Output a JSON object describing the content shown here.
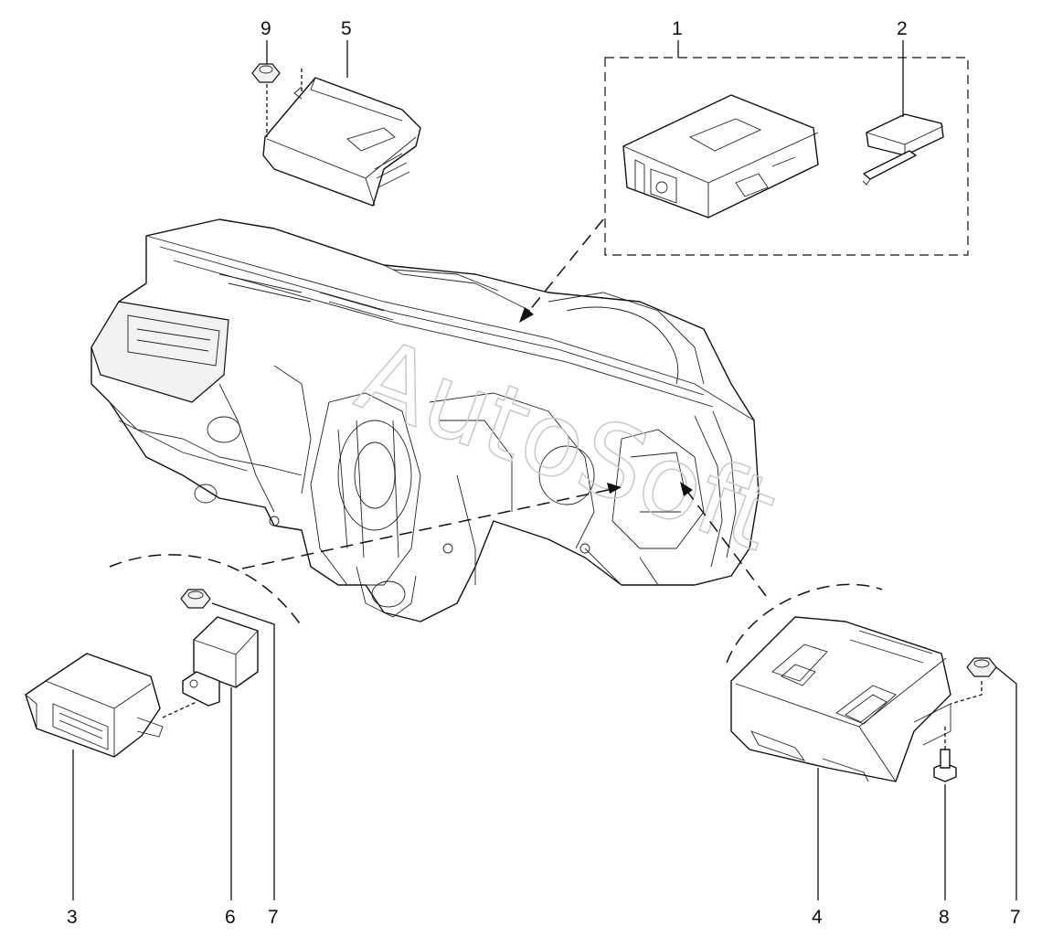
{
  "watermark": "AutoSoft",
  "callouts": {
    "c1": "1",
    "c2": "2",
    "c3": "3",
    "c4": "4",
    "c5": "5",
    "c6": "6",
    "c7a": "7",
    "c7b": "7",
    "c8": "8",
    "c9": "9"
  },
  "parts": [
    {
      "callout": "1",
      "icon": "control-unit-icon"
    },
    {
      "callout": "2",
      "icon": "remote-key-icon"
    },
    {
      "callout": "3",
      "icon": "sensor-module-icon"
    },
    {
      "callout": "4",
      "icon": "bcm-module-icon"
    },
    {
      "callout": "5",
      "icon": "airbag-module-icon"
    },
    {
      "callout": "6",
      "icon": "relay-icon"
    },
    {
      "callout": "7",
      "icon": "nut-icon"
    },
    {
      "callout": "8",
      "icon": "bolt-icon"
    },
    {
      "callout": "9",
      "icon": "nut-icon"
    }
  ]
}
